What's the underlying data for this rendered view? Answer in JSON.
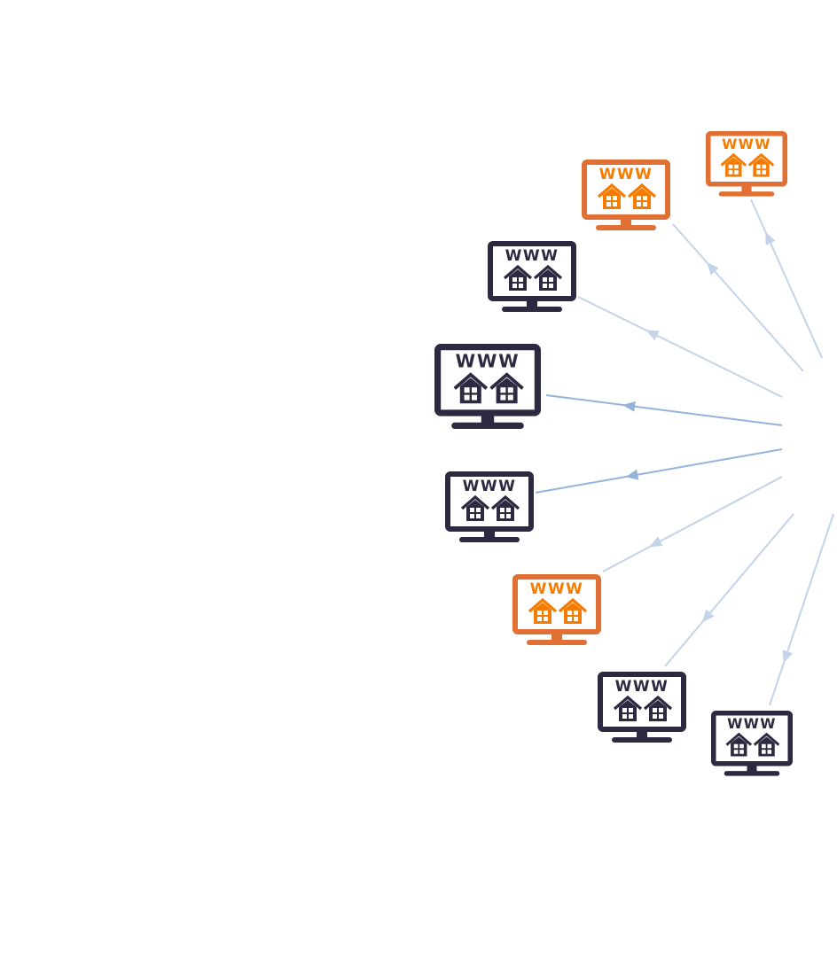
{
  "diagram": {
    "node_label": "WWW",
    "colors": {
      "orange_frame": "#E07034",
      "orange_fill": "#F57C00",
      "dark": "#2B2A40",
      "arrow_light": "#C3D3EA",
      "arrow_mid": "#93B3DB"
    },
    "nodes": [
      {
        "id": "site-1",
        "variant": "orange"
      },
      {
        "id": "site-2",
        "variant": "orange"
      },
      {
        "id": "site-3",
        "variant": "dark"
      },
      {
        "id": "site-4",
        "variant": "dark"
      },
      {
        "id": "site-5",
        "variant": "dark"
      },
      {
        "id": "site-6",
        "variant": "orange"
      },
      {
        "id": "site-7",
        "variant": "dark"
      },
      {
        "id": "site-8",
        "variant": "dark"
      }
    ]
  }
}
